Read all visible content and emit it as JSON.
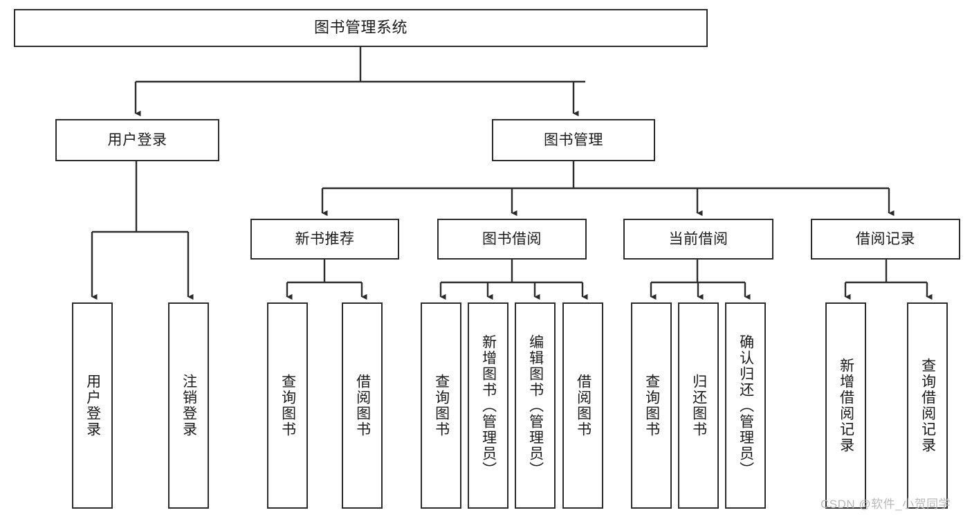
{
  "diagram": {
    "title": "图书管理系统",
    "type": "tree-hierarchy",
    "watermark": "CSDN @软件_小贺同学",
    "line_color": "#2b2b2b",
    "box_fill": "#ffffff",
    "text_color": "#1a1a1a",
    "watermark_color": "#b9b9b9"
  },
  "nodes": {
    "root": {
      "label": "图书管理系统"
    },
    "level2": [
      {
        "label": "用户登录"
      },
      {
        "label": "图书管理"
      }
    ],
    "level3": [
      {
        "label": "新书推荐"
      },
      {
        "label": "图书借阅"
      },
      {
        "label": "当前借阅"
      },
      {
        "label": "借阅记录"
      }
    ],
    "leaves": {
      "user_login": [
        {
          "label": "用户登录"
        },
        {
          "label": "注销登录"
        }
      ],
      "new_book": [
        {
          "label": "查询图书"
        },
        {
          "label": "借阅图书"
        }
      ],
      "book_borrow": [
        {
          "label": "查询图书"
        },
        {
          "label": "新增图书（管理员）"
        },
        {
          "label": "编辑图书（管理员）"
        },
        {
          "label": "借阅图书"
        }
      ],
      "current_borrow": [
        {
          "label": "查询图书"
        },
        {
          "label": "归还图书"
        },
        {
          "label": "确认归还（管理员）"
        }
      ],
      "borrow_record": [
        {
          "label": "新增借阅记录"
        },
        {
          "label": "查询借阅记录"
        }
      ]
    }
  }
}
